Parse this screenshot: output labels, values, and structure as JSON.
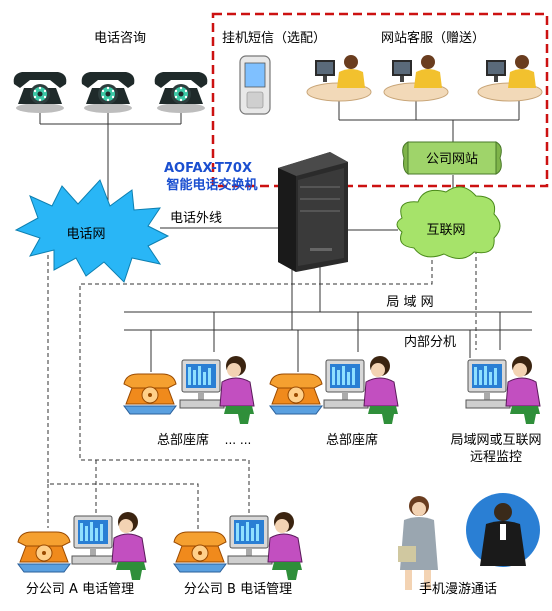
{
  "title_phone_consult": "电话咨询",
  "title_sms": "挂机短信（选配）",
  "title_web_service": "网站客服（赠送）",
  "company_site": "公司网站",
  "product_model": "AOFAX-T70X",
  "product_name": "智能电话交换机",
  "phone_network": "电话网",
  "outside_line": "电话外线",
  "internet": "互联网",
  "lan": "局 域 网",
  "internal_ext": "内部分机",
  "hq_seat_1": "总部座席",
  "ellipsis": "... ...",
  "hq_seat_2": "总部座席",
  "remote_monitor_l1": "局域网或互联网",
  "remote_monitor_l2": "远程监控",
  "branch_a": "分公司 A 电话管理",
  "branch_b": "分公司 B 电话管理",
  "mobile_roaming": "手机漫游通话",
  "colors": {
    "red_dashed": "#cc1111",
    "model_blue": "#1a4fd0",
    "cloud_blue": "#29b6f6",
    "cloud_green": "#a6e36a",
    "banner_green": "#9fd46a"
  }
}
